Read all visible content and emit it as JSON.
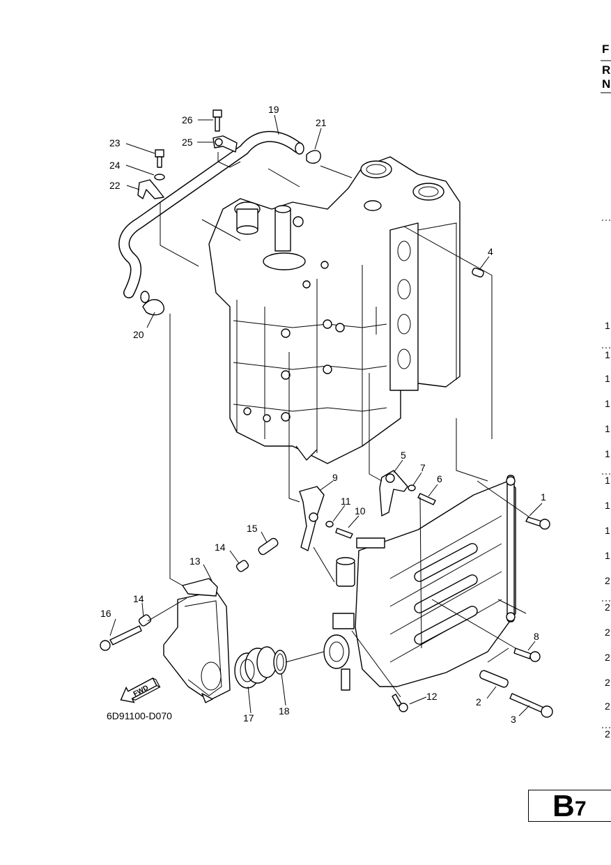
{
  "header": {
    "letters": [
      "F",
      "R",
      "N"
    ]
  },
  "diagram_code": "6D91100-D070",
  "fwd_label": "FWD",
  "page_badge": {
    "letter": "B",
    "digit": "7"
  },
  "callouts": [
    "1",
    "2",
    "3",
    "4",
    "5",
    "6",
    "7",
    "8",
    "9",
    "10",
    "11",
    "12",
    "13",
    "14",
    "15",
    "16",
    "17",
    "18",
    "19",
    "20",
    "21",
    "22",
    "23",
    "24",
    "25",
    "26"
  ],
  "right_column_markers": [
    "1",
    "1",
    "1",
    "1",
    "1",
    "1",
    "1",
    "1",
    "1",
    "1",
    "2",
    "2",
    "2",
    "2",
    "2",
    "2",
    "2"
  ]
}
